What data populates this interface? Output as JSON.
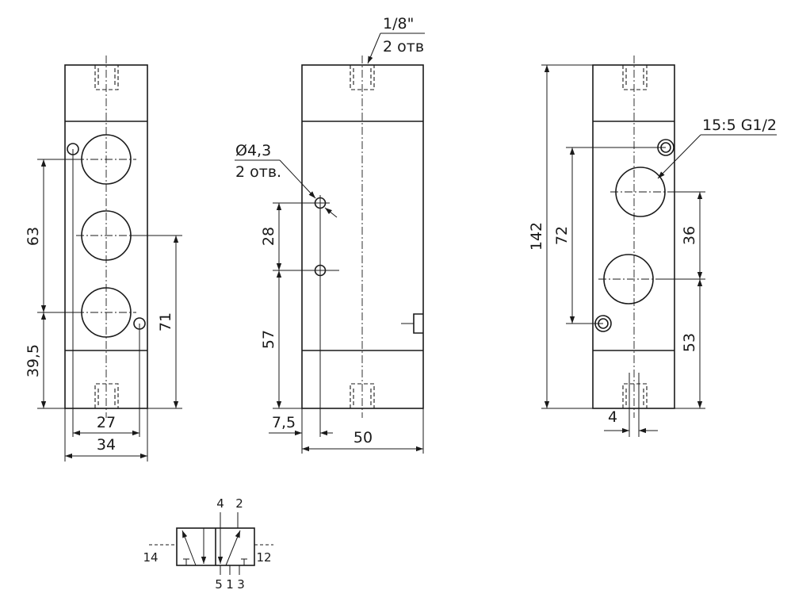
{
  "colors": {
    "ink": "#1a1a1a",
    "background": "#ffffff"
  },
  "front_view": {
    "dim_63": "63",
    "dim_39_5": "39,5",
    "dim_71": "71",
    "dim_27": "27",
    "dim_34": "34"
  },
  "side_view": {
    "thread_top": "1/8\"",
    "thread_top_count": "2 отв",
    "hole_dia": "Ø4,3",
    "hole_count": "2 отв.",
    "dim_28": "28",
    "dim_57": "57",
    "dim_7_5": "7,5",
    "dim_50": "50"
  },
  "rear_view": {
    "port_callout": "15:5 G1/2",
    "dim_142": "142",
    "dim_72": "72",
    "dim_36": "36",
    "dim_53": "53",
    "dim_4": "4"
  },
  "valve_symbol": {
    "port_4": "4",
    "port_2": "2",
    "port_14": "14",
    "port_12": "12",
    "port_5": "5",
    "port_1": "1",
    "port_3": "3"
  }
}
